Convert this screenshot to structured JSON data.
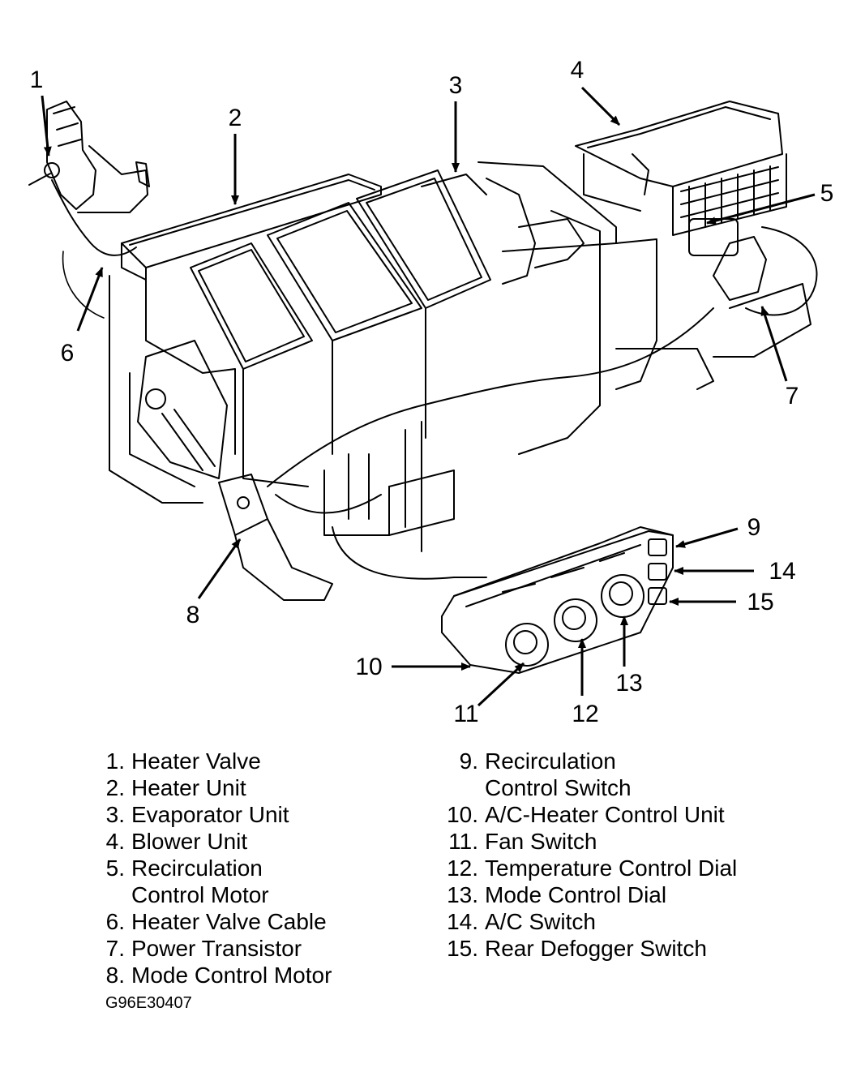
{
  "callouts": [
    "1",
    "2",
    "3",
    "4",
    "5",
    "6",
    "7",
    "8",
    "9",
    "10",
    "11",
    "12",
    "13",
    "14",
    "15"
  ],
  "legend_left": [
    {
      "num": "1.",
      "lines": [
        "Heater Valve"
      ]
    },
    {
      "num": "2.",
      "lines": [
        "Heater Unit"
      ]
    },
    {
      "num": "3.",
      "lines": [
        "Evaporator Unit"
      ]
    },
    {
      "num": "4.",
      "lines": [
        "Blower Unit"
      ]
    },
    {
      "num": "5.",
      "lines": [
        "Recirculation",
        "Control Motor"
      ]
    },
    {
      "num": "6.",
      "lines": [
        "Heater Valve Cable"
      ]
    },
    {
      "num": "7.",
      "lines": [
        "Power Transistor"
      ]
    },
    {
      "num": "8.",
      "lines": [
        "Mode Control Motor"
      ]
    }
  ],
  "legend_right": [
    {
      "num": "9.",
      "lines": [
        "Recirculation",
        "Control Switch"
      ]
    },
    {
      "num": "10.",
      "lines": [
        "A/C-Heater Control Unit"
      ]
    },
    {
      "num": "11.",
      "lines": [
        "Fan Switch"
      ]
    },
    {
      "num": "12.",
      "lines": [
        "Temperature Control Dial"
      ]
    },
    {
      "num": "13.",
      "lines": [
        "Mode Control Dial"
      ]
    },
    {
      "num": "14.",
      "lines": [
        "A/C Switch"
      ]
    },
    {
      "num": "15.",
      "lines": [
        "Rear Defogger Switch"
      ]
    }
  ],
  "figure_code": "G96E30407"
}
